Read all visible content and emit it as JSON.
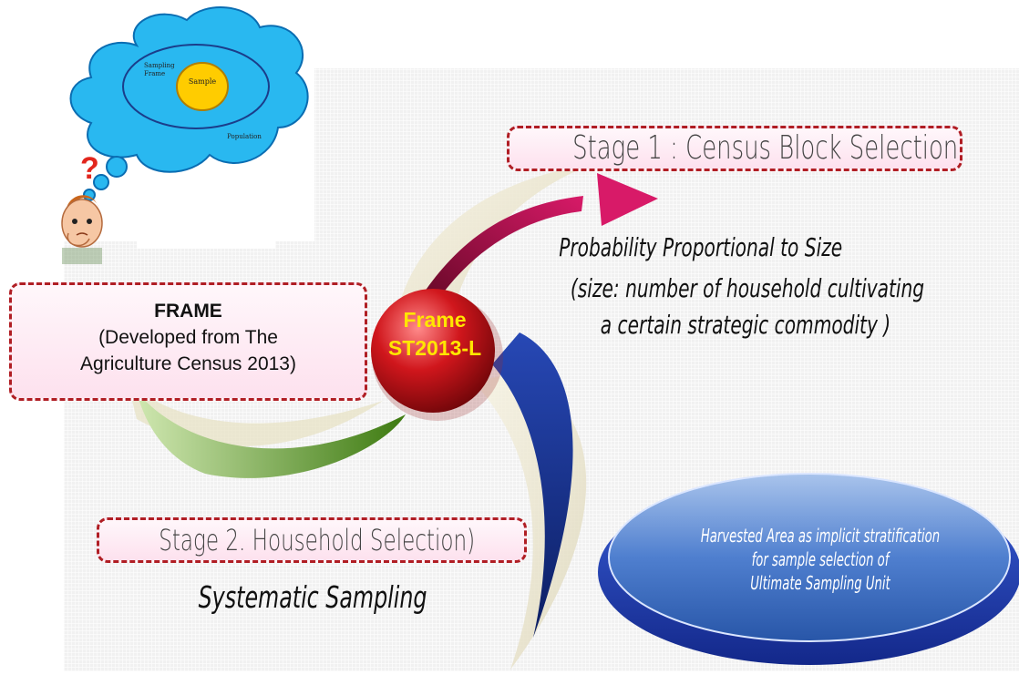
{
  "thought_cloud": {
    "sampling_frame": "Sampling Frame",
    "sample": "Sample",
    "population": "Population",
    "question_mark": "?"
  },
  "frame_box": {
    "title": "FRAME",
    "line1": "(Developed from The",
    "line2": "Agriculture Census 2013)"
  },
  "center_orb": {
    "line1": "Frame",
    "line2": "ST2013-L"
  },
  "stage1": {
    "title": "Stage 1 : Census Block Selection",
    "method_line1": "Probability Proportional to Size",
    "method_line2": "(size: number of household cultivating",
    "method_line3": "a certain strategic commodity )"
  },
  "stage2": {
    "title": "Stage 2. Household Selection)",
    "method": "Systematic Sampling"
  },
  "oval_note": {
    "line1": "Harvested Area as implicit stratification",
    "line2": "for sample selection of",
    "line3": "Ultimate Sampling Unit"
  },
  "colors": {
    "dashed_border": "#b01e24",
    "box_fill": "#fde1ee",
    "orb_red": "#c8161d",
    "orb_text": "#ffe600",
    "arrow_magenta": "#c8175f",
    "arc_blue": "#1e3a9a",
    "arc_green": "#4f8a1a",
    "cloud_blue": "#29b8f0"
  }
}
